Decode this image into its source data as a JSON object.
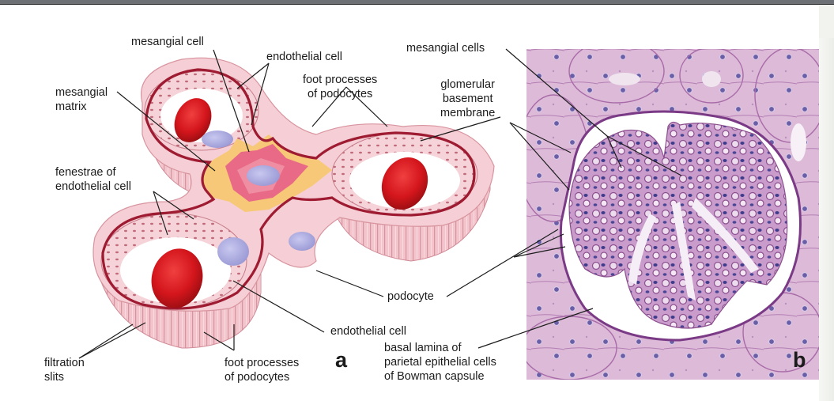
{
  "figure": {
    "panel_a": {
      "letter": "a",
      "labels": {
        "mesangial_cell": "mesangial cell",
        "endothelial_cell_top": "endothelial cell",
        "foot_processes_top_line1": "foot processes",
        "foot_processes_top_line2": "of podocytes",
        "mesangial_matrix_line1": "mesangial",
        "mesangial_matrix_line2": "matrix",
        "fenestrae_line1": "fenestrae of",
        "fenestrae_line2": "endothelial cell",
        "glomerular_bm_line1": "glomerular",
        "glomerular_bm_line2": "basement",
        "glomerular_bm_line3": "membrane",
        "podocyte": "podocyte",
        "endothelial_cell_bottom": "endothelial cell",
        "filtration_slits_line1": "filtration",
        "filtration_slits_line2": "slits",
        "foot_processes_bottom_line1": "foot processes",
        "foot_processes_bottom_line2": "of podocytes"
      }
    },
    "panel_b": {
      "letter": "b",
      "labels": {
        "mesangial_cells": "mesangial cells",
        "basal_lamina_line1": "basal lamina of",
        "basal_lamina_line2": "parietal epithelial cells",
        "basal_lamina_line3": "of Bowman capsule"
      }
    },
    "colors": {
      "membrane": "#9e1b32",
      "podocyte_pink": "#f4c9cf",
      "rbc_red": "#d4161c",
      "nucleus_blue": "#a9a8dc",
      "matrix_yellow": "#f6c877",
      "mesangial_pink": "#e86a86",
      "histology_bg": "#d9b6d6",
      "topbar": "#6d7074"
    }
  }
}
